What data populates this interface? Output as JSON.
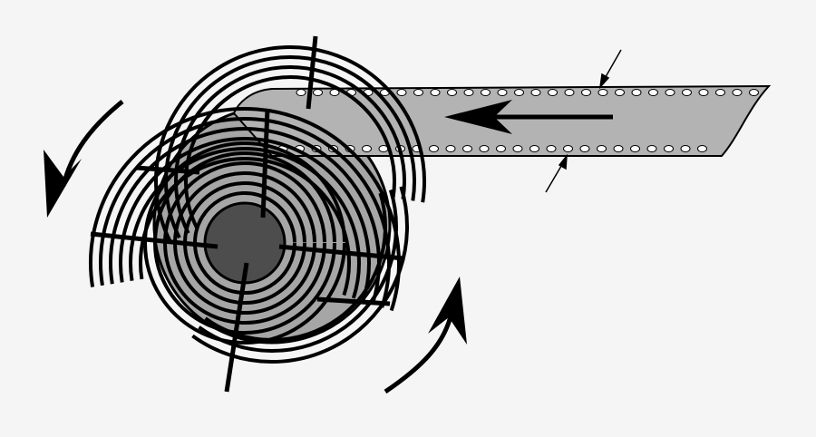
{
  "diagram": {
    "colors": {
      "background": "#f5f5f5",
      "film": "#b3b3b3",
      "reel_disk": "#a6a6a6",
      "hub": "#4d4d4d",
      "ink": "#000000",
      "perforation": "#ffffff"
    },
    "icons": [
      "film-strip",
      "film-reel-spiral",
      "direction-arrow-left",
      "rotation-arrow-ccw-top",
      "rotation-arrow-ccw-bottom",
      "thickness-marker-arrows"
    ]
  }
}
